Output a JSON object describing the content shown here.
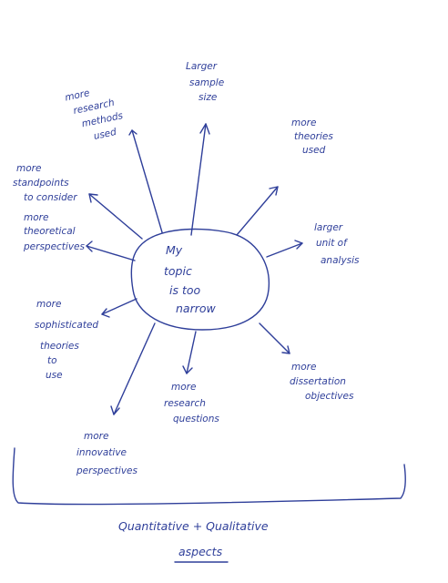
{
  "center": {
    "lines": [
      "My",
      "topic",
      "is too",
      "narrow"
    ]
  },
  "branches": [
    {
      "id": "sample",
      "lines": [
        "Larger",
        "sample",
        "size"
      ]
    },
    {
      "id": "methods",
      "lines": [
        "more",
        "research",
        "methods",
        "used"
      ]
    },
    {
      "id": "theories",
      "lines": [
        "more",
        "theories",
        "used"
      ]
    },
    {
      "id": "standpoints",
      "lines": [
        "more",
        "standpoints",
        "to consider"
      ]
    },
    {
      "id": "theoretical",
      "lines": [
        "more",
        "theoretical",
        "perspectives"
      ]
    },
    {
      "id": "analysis",
      "lines": [
        "larger",
        "unit of",
        "analysis"
      ]
    },
    {
      "id": "sophisticated",
      "lines": [
        "more",
        "sophisticated",
        "theories",
        "to",
        "use"
      ]
    },
    {
      "id": "questions",
      "lines": [
        "more",
        "research",
        "questions"
      ]
    },
    {
      "id": "objectives",
      "lines": [
        "more",
        "dissertation",
        "objectives"
      ]
    },
    {
      "id": "innovative",
      "lines": [
        "more",
        "innovative",
        "perspectives"
      ]
    }
  ],
  "bottom": {
    "line1": "Quantitative + Qualitative",
    "line2": "aspects"
  },
  "colors": {
    "ink": "#2f3f9a",
    "paper": "#ffffff"
  }
}
